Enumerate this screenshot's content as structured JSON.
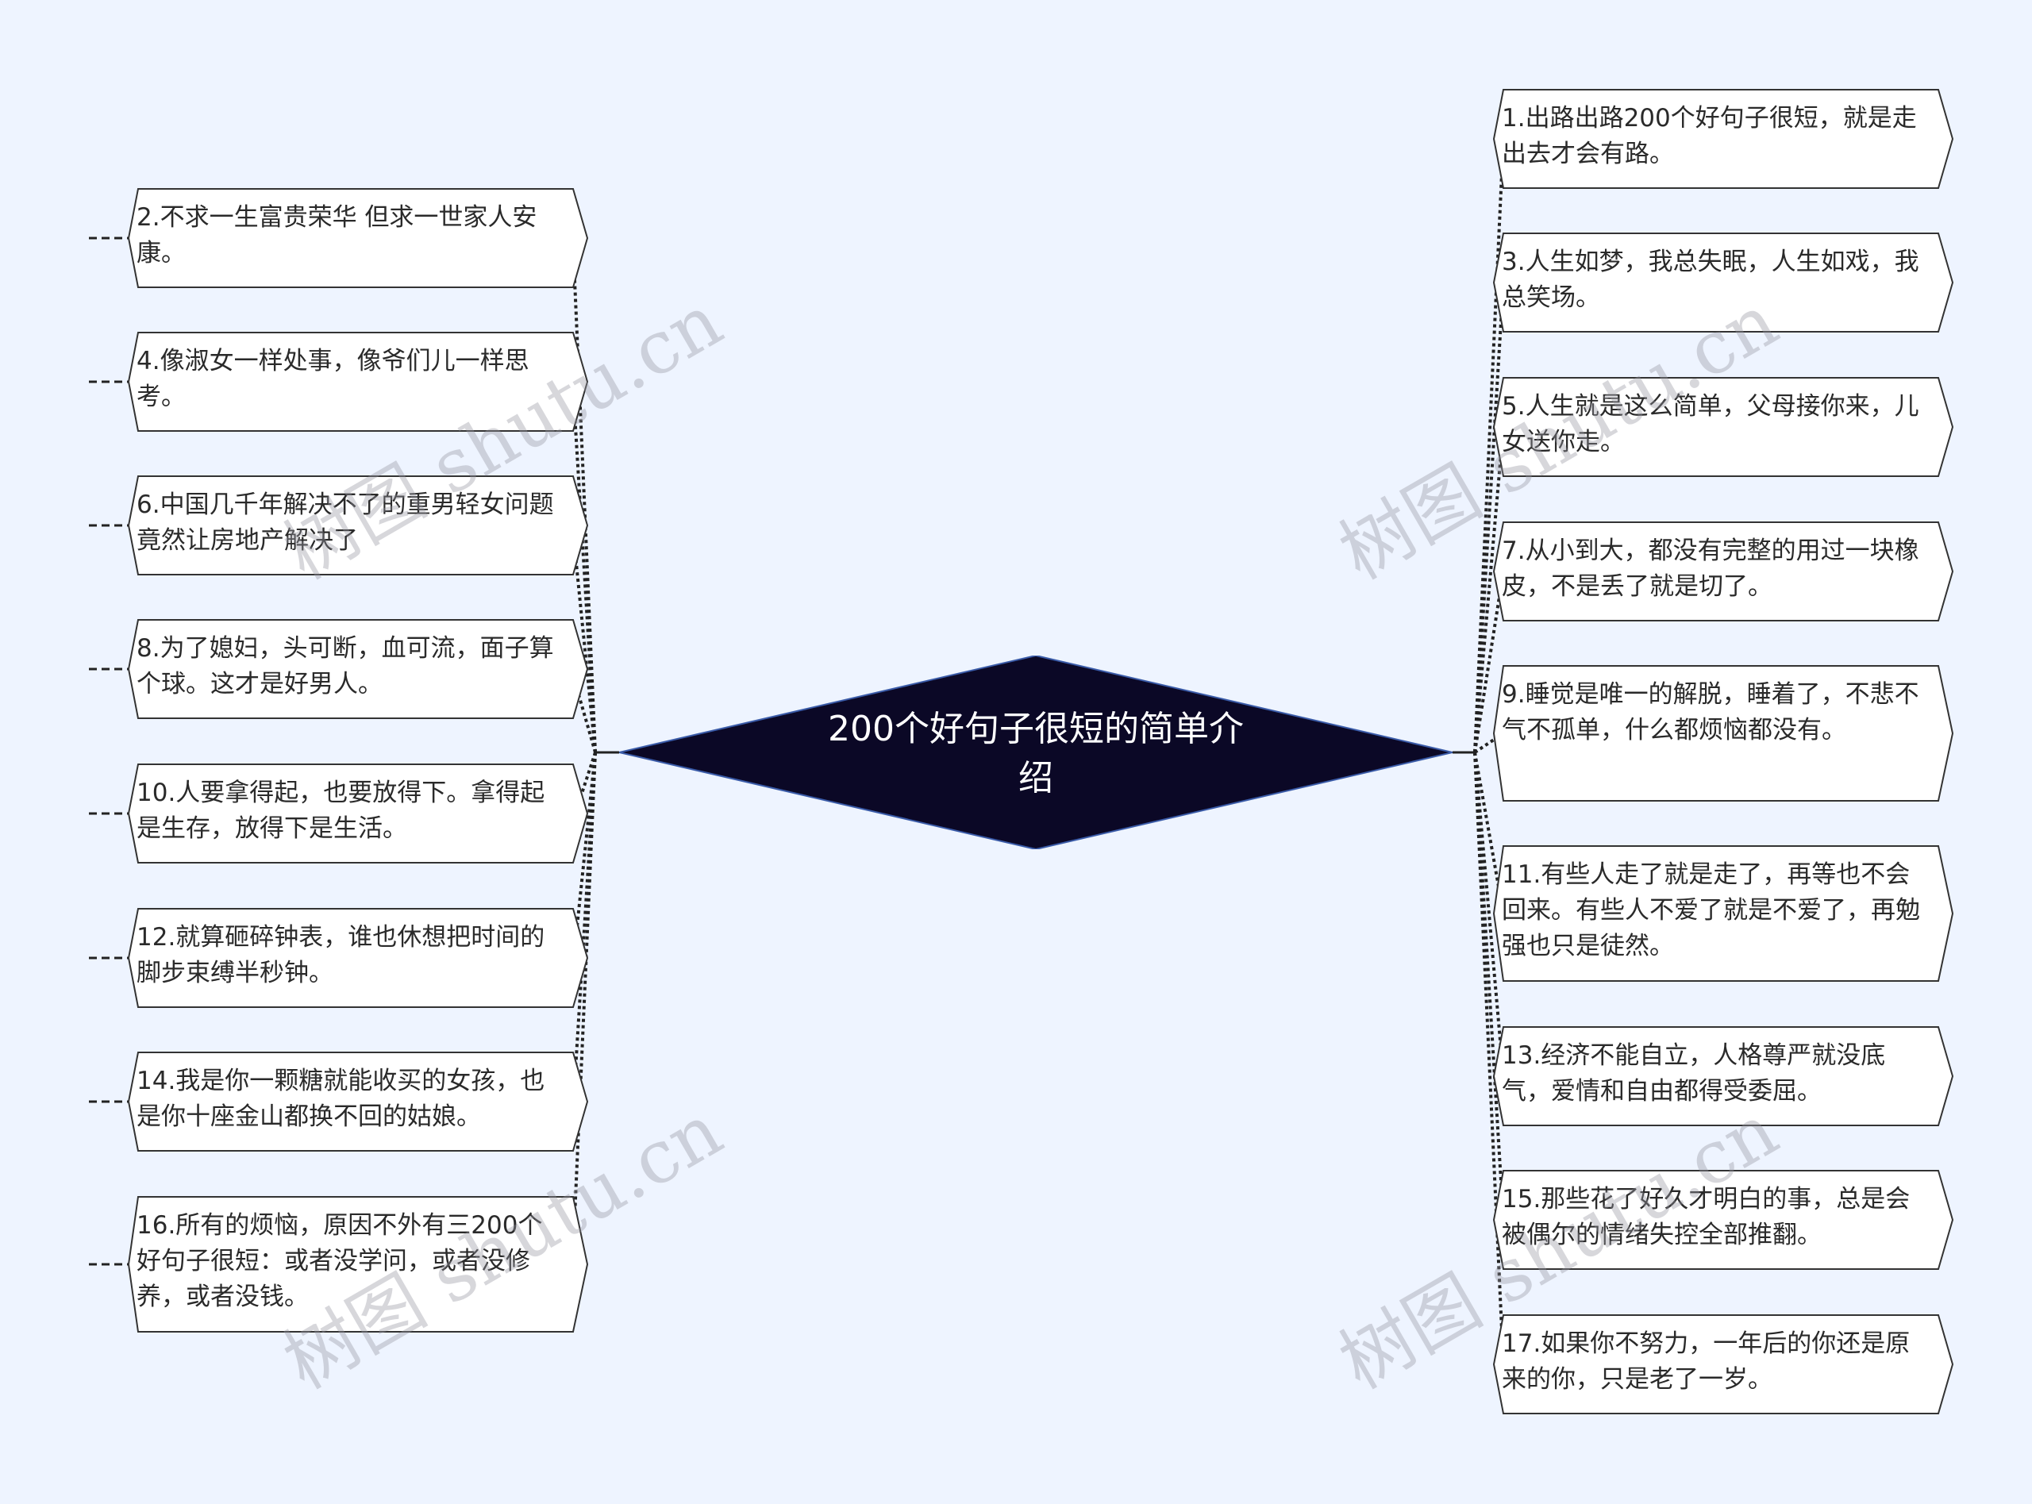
{
  "center": {
    "title": "200个好句子很短的简单介绍"
  },
  "left_nodes": [
    {
      "label": "2.不求一生富贵荣华 但求一世家人安康。"
    },
    {
      "label": "4.像淑女一样处事，像爷们儿一样思考。"
    },
    {
      "label": "6.中国几千年解决不了的重男轻女问题竟然让房地产解决了"
    },
    {
      "label": "8.为了媳妇，头可断，血可流，面子算个球。这才是好男人。"
    },
    {
      "label": "10.人要拿得起，也要放得下。拿得起是生存，放得下是生活。"
    },
    {
      "label": "12.就算砸碎钟表，谁也休想把时间的脚步束缚半秒钟。"
    },
    {
      "label": "14.我是你一颗糖就能收买的女孩，也是你十座金山都换不回的姑娘。"
    },
    {
      "label": "16.所有的烦恼，原因不外有三200个好句子很短：或者没学问，或者没修养，或者没钱。"
    }
  ],
  "right_nodes": [
    {
      "label": "1.出路出路200个好句子很短，就是走出去才会有路。"
    },
    {
      "label": "3.人生如梦，我总失眠，人生如戏，我总笑场。"
    },
    {
      "label": "5.人生就是这么简单，父母接你来，儿女送你走。"
    },
    {
      "label": "7.从小到大，都没有完整的用过一块橡皮，不是丢了就是切了。"
    },
    {
      "label": "9.睡觉是唯一的解脱，睡着了，不悲不气不孤单，什么都烦恼都没有。"
    },
    {
      "label": "11.有些人走了就是走了，再等也不会回来。有些人不爱了就是不爱了，再勉强也只是徒然。"
    },
    {
      "label": "13.经济不能自立，人格尊严就没底气，爱情和自由都得受委屈。"
    },
    {
      "label": "15.那些花了好久才明白的事，总是会被偶尔的情绪失控全部推翻。"
    },
    {
      "label": "17.如果你不努力，一年后的你还是原来的你，只是老了一岁。"
    }
  ],
  "watermark": {
    "text": "树图 shutu.cn"
  },
  "colors": {
    "background": "#eef4ff",
    "center_fill": "#0b0826",
    "center_stroke": "#3a5ba8",
    "node_fill": "#ffffff",
    "node_stroke": "#333333",
    "line": "#222222"
  }
}
